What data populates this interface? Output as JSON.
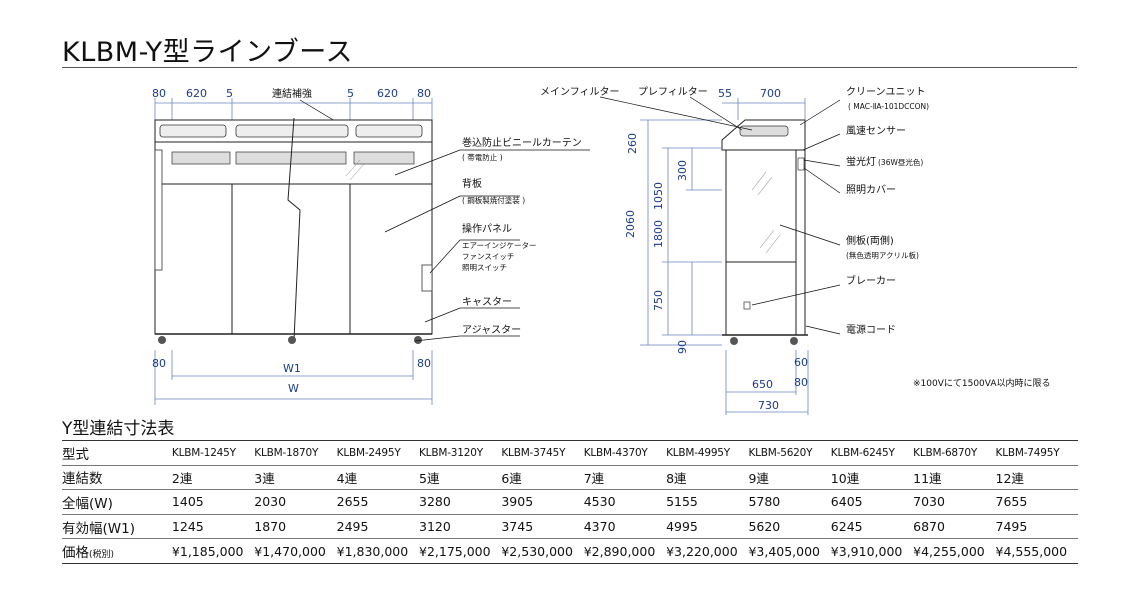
{
  "title": "KLBM-Y型ラインブース",
  "front": {
    "dims_top": [
      "80",
      "620",
      "5",
      "5",
      "620",
      "80"
    ],
    "dims_bottom_left": "80",
    "dims_bottom_right": "80",
    "w1": "W1",
    "w": "W",
    "labels": {
      "renketsu": "連結補強",
      "curtain": "巻込防止ビニールカーテン",
      "curtain_sub": "( 帯電防止 )",
      "backboard": "背板",
      "backboard_sub": "( 鋼板製焼付塗装 )",
      "panel": "操作パネル",
      "panel_sub1": "エアーインジケーター",
      "panel_sub2": "ファンスイッチ",
      "panel_sub3": "照明スイッチ",
      "caster": "キャスター",
      "adjuster": "アジャスター"
    }
  },
  "side": {
    "dims_top": [
      "55",
      "700"
    ],
    "dims_left": [
      "260",
      "300",
      "1050",
      "1800",
      "2060",
      "750",
      "90"
    ],
    "dims_bottom": [
      "60",
      "650",
      "80",
      "730"
    ],
    "labels": {
      "main_filter": "メインフィルター",
      "pre_filter": "プレフィルター",
      "clean_unit": "クリーンユニット",
      "clean_unit_sub": "( MAC-ⅡA-101DCCON)",
      "wind_sensor": "風速センサー",
      "lamp": "蛍光灯",
      "lamp_sub": "(36W昼光色)",
      "lamp_cover": "照明カバー",
      "side_panel": "側板(両側)",
      "side_panel_sub": "(無色透明アクリル板)",
      "breaker": "ブレーカー",
      "cord": "電源コード"
    },
    "note": "※100Vにて1500VA以内時に限る"
  },
  "table": {
    "title": "Y型連結寸法表",
    "rows": [
      {
        "header": "型式",
        "cls": "model",
        "cells": [
          "KLBM-1245Y",
          "KLBM-1870Y",
          "KLBM-2495Y",
          "KLBM-3120Y",
          "KLBM-3745Y",
          "KLBM-4370Y",
          "KLBM-4995Y",
          "KLBM-5620Y",
          "KLBM-6245Y",
          "KLBM-6870Y",
          "KLBM-7495Y"
        ]
      },
      {
        "header": "連結数",
        "cls": "",
        "cells": [
          "2連",
          "3連",
          "4連",
          "5連",
          "6連",
          "7連",
          "8連",
          "9連",
          "10連",
          "11連",
          "12連"
        ]
      },
      {
        "header": "全幅(W)",
        "cls": "",
        "cells": [
          "1405",
          "2030",
          "2655",
          "3280",
          "3905",
          "4530",
          "5155",
          "5780",
          "6405",
          "7030",
          "7655"
        ]
      },
      {
        "header": "有効幅(W1)",
        "cls": "",
        "cells": [
          "1245",
          "1870",
          "2495",
          "3120",
          "3745",
          "4370",
          "4995",
          "5620",
          "6245",
          "6870",
          "7495"
        ]
      },
      {
        "header": "価格",
        "header_small": "(税別)",
        "cls": "",
        "cells": [
          "¥1,185,000",
          "¥1,470,000",
          "¥1,830,000",
          "¥2,175,000",
          "¥2,530,000",
          "¥2,890,000",
          "¥3,220,000",
          "¥3,405,000",
          "¥3,910,000",
          "¥4,255,000",
          "¥4,555,000"
        ]
      }
    ]
  }
}
